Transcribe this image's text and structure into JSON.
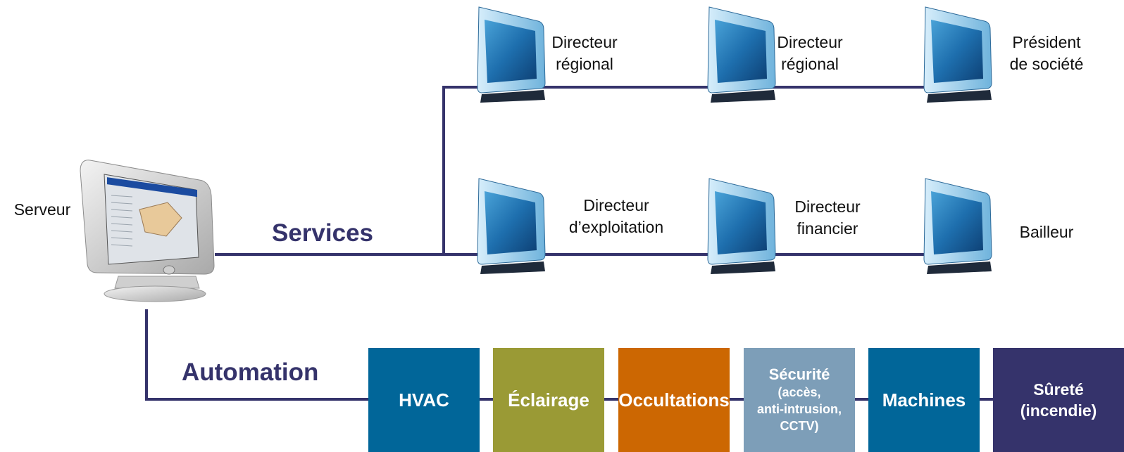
{
  "server": {
    "label": "Serveur"
  },
  "buses": {
    "services": "Services",
    "automation": "Automation"
  },
  "workstations": [
    {
      "label": "Directeur\nrégional"
    },
    {
      "label": "Directeur\nrégional"
    },
    {
      "label": "Président\nde société"
    },
    {
      "label": "Directeur\nd’exploitation"
    },
    {
      "label": "Directeur\nfinancier"
    },
    {
      "label": "Bailleur"
    }
  ],
  "subsystems": [
    {
      "title": "HVAC",
      "color": "#016699"
    },
    {
      "title": "Éclairage",
      "color": "#9a9a35"
    },
    {
      "title": "Occultations",
      "color": "#cc6702"
    },
    {
      "title": "Sécurité",
      "detail": "(accès,\nanti-intrusion,\nCCTV)",
      "color": "#7d9eb8"
    },
    {
      "title": "Machines",
      "color": "#016699"
    },
    {
      "title": "Sûreté\n(incendie)",
      "color": "#35336b"
    }
  ],
  "colors": {
    "line": "#35336b",
    "bus_text": "#35336b"
  }
}
